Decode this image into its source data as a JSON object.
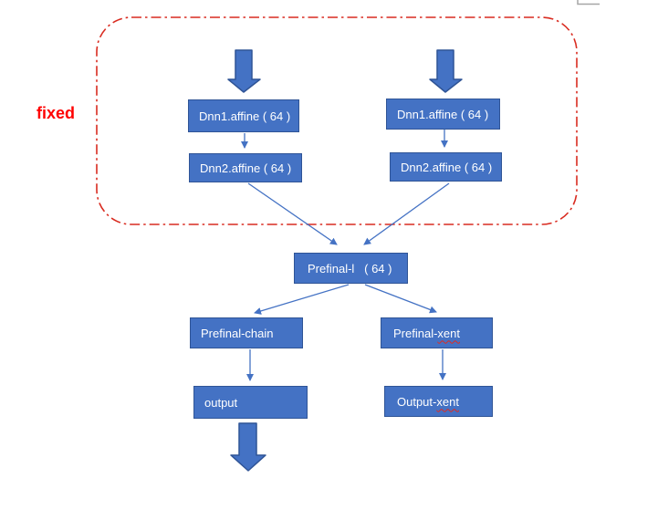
{
  "fixed_region": {
    "label": "fixed"
  },
  "nodes": {
    "dnn1_left": "Dnn1.affine ( 64 )",
    "dnn2_left": "Dnn2.affine ( 64 )",
    "dnn1_right": "Dnn1.affine ( 64 )",
    "dnn2_right": "Dnn2.affine ( 64 )",
    "prefinal_l": "Prefinal-l   ( 64 )",
    "prefinal_chain": "Prefinal-chain",
    "prefinal_xent": {
      "prefix": "Prefinal-",
      "misspelled": "xent"
    },
    "output": "output",
    "output_xent": {
      "prefix": "Output-",
      "misspelled": "xent"
    }
  },
  "colors": {
    "node_fill": "#4472C4",
    "node_border": "#2F5496",
    "connector_blue": "#4472C4",
    "fixed_text_red": "#FF0000",
    "dashed_border_red": "#D92B20",
    "spellcheck_underline_red": "#E02B20",
    "cropped_corner_gray": "#A6A6A6"
  }
}
